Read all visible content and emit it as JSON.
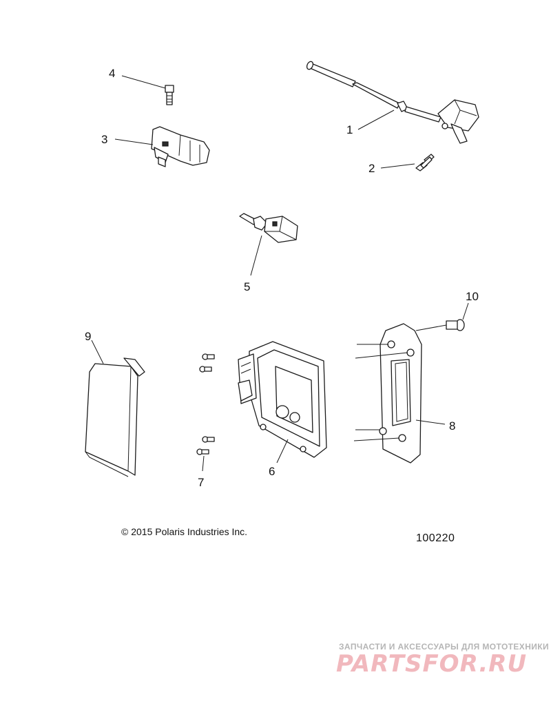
{
  "callouts": {
    "c1": "1",
    "c2": "2",
    "c3": "3",
    "c4": "4",
    "c5": "5",
    "c6": "6",
    "c7": "7",
    "c8": "8",
    "c9": "9",
    "c10": "10"
  },
  "footer": {
    "copyright": "© 2015 Polaris Industries Inc.",
    "diagram_number": "100220"
  },
  "watermark": {
    "tagline": "ЗАПЧАСТИ И АКСЕССУАРЫ ДЛЯ МОТОТЕХНИКИ",
    "logo": "PARTSFOR.RU"
  },
  "colors": {
    "line": "#1a1a1a",
    "watermark_logo": "#f1b8bd",
    "watermark_text": "#b5b5b5"
  }
}
